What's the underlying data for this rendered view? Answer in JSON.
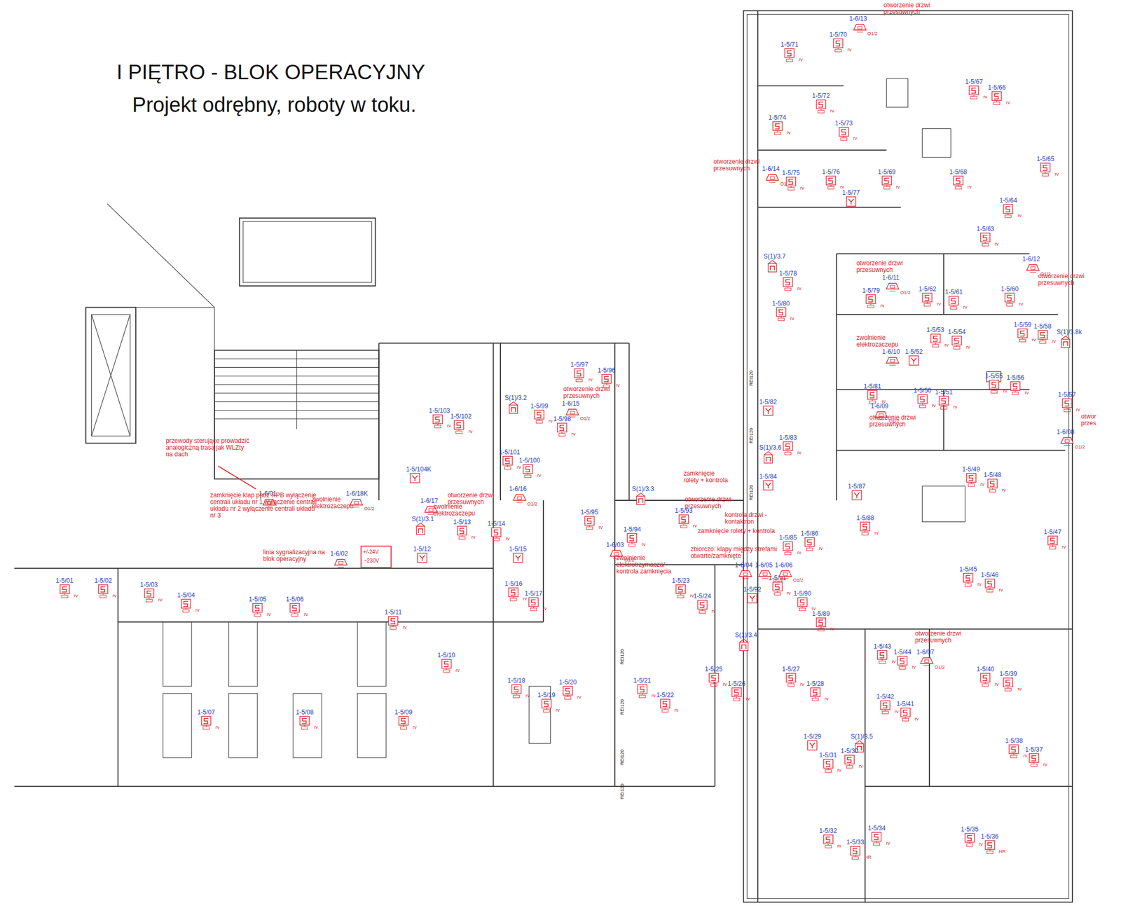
{
  "diagram": {
    "title": "I PIĘTRO - BLOK OPERACYJNY",
    "caption": "Projekt odrębny, roboty w toku.",
    "nodes": [
      {
        "text": [
          "1-6/13",
          "O1/2"
        ]
      },
      {
        "text": [
          "1-5/70",
          "rv"
        ]
      },
      {
        "text": [
          "1-5/71",
          "rv"
        ]
      },
      {
        "text": [
          "1-5/72",
          "rv"
        ]
      },
      {
        "text": [
          "1-5/67",
          "rv"
        ]
      },
      {
        "text": [
          "1-5/66",
          "rv"
        ]
      },
      {
        "text": [
          "1-5/74",
          "rv"
        ]
      },
      {
        "text": [
          "1-5/73",
          "rv"
        ]
      },
      {
        "text": [
          "1-6/14",
          "O1/2"
        ]
      },
      {
        "text": [
          "1-5/75",
          "rv"
        ]
      },
      {
        "text": [
          "1-5/76",
          "rv"
        ]
      },
      {
        "text": [
          "1-5/69",
          "rv"
        ]
      },
      {
        "text": [
          "1-5/68",
          "rv"
        ]
      },
      {
        "text": [
          "1-5/65",
          "rv"
        ]
      },
      {
        "text": [
          "1-5/77"
        ]
      },
      {
        "text": [
          "1-5/64",
          "rv"
        ]
      },
      {
        "text": [
          "1-5/63",
          "rv"
        ]
      },
      {
        "text": [
          "S(1)/3.7"
        ]
      },
      {
        "text": [
          "1-6/12",
          "O1/2"
        ]
      },
      {
        "text": [
          "1-5/78",
          "rv"
        ]
      },
      {
        "text": [
          "1-6/11",
          "O1/2"
        ]
      },
      {
        "text": [
          "1-5/79",
          "rv"
        ]
      },
      {
        "text": [
          "1-5/62",
          "rv"
        ]
      },
      {
        "text": [
          "1-5/61",
          "rv"
        ]
      },
      {
        "text": [
          "1-5/60",
          "rv"
        ]
      },
      {
        "text": [
          "1-5/80",
          "rv"
        ]
      },
      {
        "text": [
          "1-5/59",
          "rv"
        ]
      },
      {
        "text": [
          "1-5/58",
          "rv"
        ]
      },
      {
        "text": [
          "S(1)/3.8k"
        ]
      },
      {
        "text": [
          "1-5/53",
          "rv"
        ]
      },
      {
        "text": [
          "1-5/54",
          "rv"
        ]
      },
      {
        "text": [
          "1-6/10"
        ]
      },
      {
        "text": [
          "1-5/52"
        ]
      },
      {
        "text": [
          "1-5/55",
          "rv"
        ]
      },
      {
        "text": [
          "1-5/56",
          "rv"
        ]
      },
      {
        "text": [
          "1-5/81",
          "rv"
        ]
      },
      {
        "text": [
          "1-5/50",
          "rv"
        ]
      },
      {
        "text": [
          "1-5/51",
          "rv"
        ]
      },
      {
        "text": [
          "1-5/57",
          "rv"
        ]
      },
      {
        "text": [
          "1-6/09",
          "O1/2"
        ]
      },
      {
        "text": [
          "1-5/82"
        ]
      },
      {
        "text": [
          "1-6/08",
          "O1/2"
        ]
      },
      {
        "text": [
          "1-5/83",
          "rv"
        ]
      },
      {
        "text": [
          "S(1)/3.6"
        ]
      },
      {
        "text": [
          "1-5/49",
          "rv"
        ]
      },
      {
        "text": [
          "1-5/48",
          "rv"
        ]
      },
      {
        "text": [
          "1-5/84"
        ]
      },
      {
        "text": [
          "1-5/87"
        ]
      },
      {
        "text": [
          "1-5/88",
          "rv"
        ]
      },
      {
        "text": [
          "1-5/47",
          "rv"
        ]
      },
      {
        "text": [
          "1-5/86",
          "rv"
        ]
      },
      {
        "text": [
          "1-5/85",
          "rv"
        ]
      },
      {
        "text": [
          "1-5/45",
          "rv"
        ]
      },
      {
        "text": [
          "1-5/46",
          "rv"
        ]
      },
      {
        "text": [
          "1-5/91",
          "rv"
        ]
      },
      {
        "text": [
          "1-5/90",
          "rv"
        ]
      },
      {
        "text": [
          "1-5/89",
          "rv"
        ]
      },
      {
        "text": [
          "S(1)/3.4"
        ]
      },
      {
        "text": [
          "1-5/43",
          "rv"
        ]
      },
      {
        "text": [
          "1-5/44",
          "rv"
        ]
      },
      {
        "text": [
          "1-6/07",
          "O1/2"
        ]
      },
      {
        "text": [
          "1-5/40",
          "rv"
        ]
      },
      {
        "text": [
          "1-5/39",
          "rv"
        ]
      },
      {
        "text": [
          "1-5/25",
          "rv"
        ]
      },
      {
        "text": [
          "1-5/26",
          "rv"
        ]
      },
      {
        "text": [
          "1-5/27",
          "rv"
        ]
      },
      {
        "text": [
          "1-5/28",
          "rv"
        ]
      },
      {
        "text": [
          "1-5/42",
          "rv"
        ]
      },
      {
        "text": [
          "1-5/41",
          "rv"
        ]
      },
      {
        "text": [
          "1-5/29"
        ]
      },
      {
        "text": [
          "S(1)/3.5"
        ]
      },
      {
        "text": [
          "1-5/38",
          "rv"
        ]
      },
      {
        "text": [
          "1-5/37",
          "rv"
        ]
      },
      {
        "text": [
          "1-5/30",
          "rv"
        ]
      },
      {
        "text": [
          "1-5/31",
          "rv"
        ]
      },
      {
        "text": [
          "1-5/32",
          "rv"
        ]
      },
      {
        "text": [
          "1-5/33",
          "HR"
        ]
      },
      {
        "text": [
          "1-5/34",
          "rv"
        ]
      },
      {
        "text": [
          "1-5/35",
          "rv"
        ]
      },
      {
        "text": [
          "1-5/36",
          "HR"
        ]
      },
      {
        "text": [
          "S(1)/3.3"
        ]
      },
      {
        "text": [
          "1-5/93",
          "rv"
        ]
      },
      {
        "text": [
          "1-5/94",
          "rv"
        ]
      },
      {
        "text": [
          "1-6/03",
          "O1/2"
        ]
      },
      {
        "text": [
          "1-6/04"
        ]
      },
      {
        "text": [
          "1-6/05",
          "O1/2"
        ]
      },
      {
        "text": [
          "1-6/06",
          "O1/2"
        ]
      },
      {
        "text": [
          "1-5/92"
        ]
      },
      {
        "text": [
          "1-5/23",
          "rv"
        ]
      },
      {
        "text": [
          "1-5/24",
          "rv"
        ]
      },
      {
        "text": [
          "1-5/21",
          "rv"
        ]
      },
      {
        "text": [
          "1-5/22",
          "rv"
        ]
      },
      {
        "text": [
          "1-5/97",
          "rv"
        ]
      },
      {
        "text": [
          "1-5/96",
          "rv"
        ]
      },
      {
        "text": [
          "S(1)/3.2"
        ]
      },
      {
        "text": [
          "1-5/99",
          "rv"
        ]
      },
      {
        "text": [
          "1-5/98",
          "rv"
        ]
      },
      {
        "text": [
          "1-6/15",
          "O1/2"
        ]
      },
      {
        "text": [
          "1-5/103",
          "rv"
        ]
      },
      {
        "text": [
          "1-5/102",
          "rv"
        ]
      },
      {
        "text": [
          "1-5/101",
          "rv"
        ]
      },
      {
        "text": [
          "1-5/100",
          "rv"
        ]
      },
      {
        "text": [
          "1-5/104K"
        ]
      },
      {
        "text": [
          "1-6/16",
          "O1/2"
        ]
      },
      {
        "text": [
          "1-6/01"
        ]
      },
      {
        "text": [
          "1-6/18K",
          "O1/2"
        ]
      },
      {
        "text": [
          "1-6/17"
        ]
      },
      {
        "text": [
          "S(1)/3.1"
        ]
      },
      {
        "text": [
          "1-5/13",
          "rv"
        ]
      },
      {
        "text": [
          "1-5/14",
          "rv"
        ]
      },
      {
        "text": [
          "1-5/95",
          "rv"
        ]
      },
      {
        "text": [
          "1-5/12"
        ]
      },
      {
        "text": [
          "1-5/15"
        ]
      },
      {
        "text": [
          "1-6/02"
        ]
      },
      {
        "text": [
          "1-5/01",
          "rv"
        ]
      },
      {
        "text": [
          "1-5/02",
          "rv"
        ]
      },
      {
        "text": [
          "1-5/03",
          "rv"
        ]
      },
      {
        "text": [
          "1-5/04",
          "rv"
        ]
      },
      {
        "text": [
          "1-5/16",
          "rv"
        ]
      },
      {
        "text": [
          "1-5/17",
          "rv"
        ]
      },
      {
        "text": [
          "1-5/05",
          "rv"
        ]
      },
      {
        "text": [
          "1-5/06",
          "rv"
        ]
      },
      {
        "text": [
          "1-5/11",
          "rv"
        ]
      },
      {
        "text": [
          "1-5/10",
          "rv"
        ]
      },
      {
        "text": [
          "1-5/18",
          "rv"
        ]
      },
      {
        "text": [
          "1-5/20",
          "rv"
        ]
      },
      {
        "text": [
          "1-5/19",
          "rv"
        ]
      },
      {
        "text": [
          "1-5/07",
          "rv"
        ]
      },
      {
        "text": [
          "1-5/08",
          "rv"
        ]
      },
      {
        "text": [
          "1-5/09",
          "rv"
        ]
      }
    ],
    "labels": [
      "otworzenie drzwi przesuwnych",
      "otworzenie drzwi przesuwnych",
      "otworzenie drzwi przesuwnych",
      "otworzenie drzwi przesuwnych",
      "zwolnienie elektrozaczepu",
      "otworzenie drzwi przesuwnych",
      "otwor przes",
      "otworzenie drzwi przesuwnych",
      "otworzenie drzwi przesuwnych",
      "otworzenie drzwi przesuwnych",
      "zwolnienie elektrozaczepu",
      "zwolnienie elektrozaczepu",
      "przewody sterujące prowadzić analogiczną trasą jak WLZty na dach",
      "zamknięcie klap ppoż RPB wyłączenie centrali układu nr 1 wyłączenie centrali układu nr 2 wyłączenie centrali układu nr 3",
      "linia sygnalizacyjna na blok operacyjny",
      "+/-24V",
      "~230V",
      "zamknięcie rolety + kontrola",
      "otworzenie drzwi przesuwnych",
      "kontrola drzwi - kontaktron",
      "zamknięcie rolety + kontrola",
      "zwolnienie elektrotrzymacza/ kontrola zamknięcia",
      "zbiorczo: klapy między strefami otwarte/zamknięte",
      "REI120",
      "REI120",
      "REI120",
      "REI120",
      "REI120",
      "REI120",
      "REI120"
    ]
  }
}
